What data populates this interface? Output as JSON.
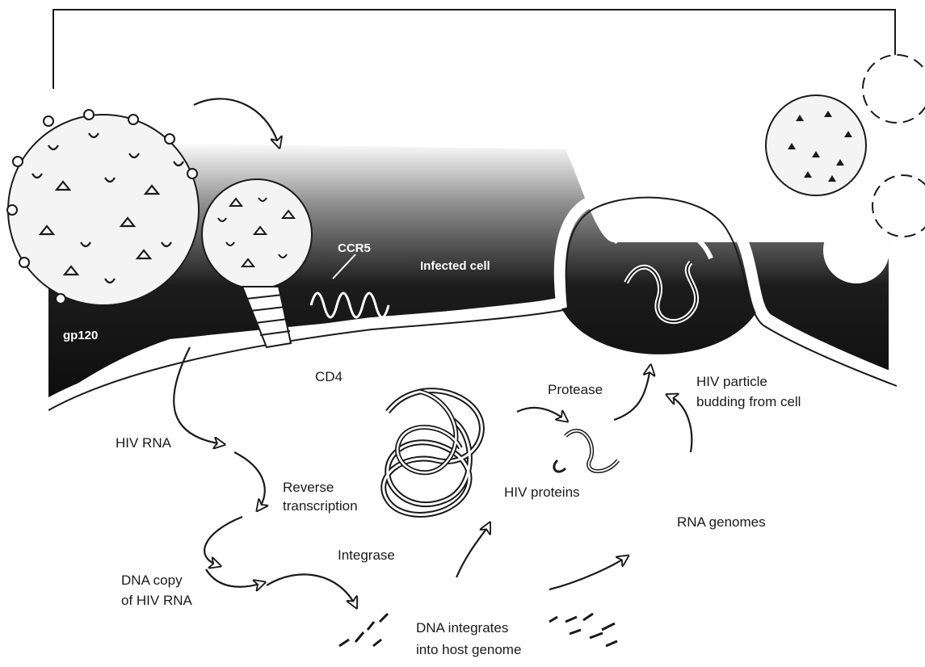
{
  "labels": {
    "gp120": "gp120",
    "ccr5": "CCR5",
    "infected_cell": "Infected cell",
    "cd4": "CD4",
    "protease": "Protease",
    "hiv_particle_budding_1": "HIV particle",
    "hiv_particle_budding_2": "budding from cell",
    "hiv_rna": "HIV RNA",
    "reverse_transcription_1": "Reverse",
    "reverse_transcription_2": "transcription",
    "hiv_proteins": "HIV proteins",
    "rna_genomes": "RNA genomes",
    "integrase": "Integrase",
    "dna_copy_1": "DNA copy",
    "dna_copy_2": "of HIV RNA",
    "dna_integrates_1": "DNA integrates",
    "dna_integrates_2": "into host genome"
  },
  "colors": {
    "cytoplasm_dark": "#1c1c1c",
    "membrane": "#ffffff",
    "virion_fill": "#f4f4f4",
    "ink": "#1a1a1a"
  }
}
